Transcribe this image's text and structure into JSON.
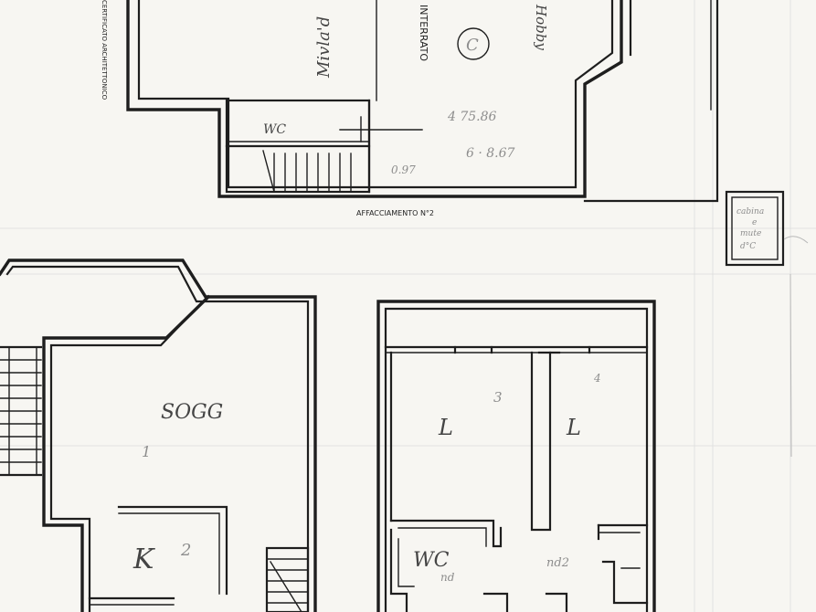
{
  "upper_plan": {
    "room_left": "Mivla'd",
    "room_corridor": "INTERRATO",
    "room_right": "Hobby",
    "circle_mark": "C",
    "wc": "WC",
    "note_area": "4 75.86",
    "note_dims": "6 · 8.67",
    "note_door": "0.97",
    "caption": "AFFACCIAMENTO N°2",
    "side_text": "CERTIFICATO ARCHITETTONICO"
  },
  "meter_box": {
    "line1": "cabina",
    "line2": "e",
    "line3": "mute",
    "line4": "d°C"
  },
  "left_plan": {
    "room_living": "SOGG",
    "room_kitchen": "K",
    "pencil_1": "1",
    "pencil_2": "2"
  },
  "right_plan": {
    "room_bed_1": "L",
    "room_bed_2": "L",
    "room_wc": "WC",
    "pencil_3": "3",
    "pencil_4": "4",
    "pencil_wc": "nd",
    "pencil_hall": "nd2"
  }
}
